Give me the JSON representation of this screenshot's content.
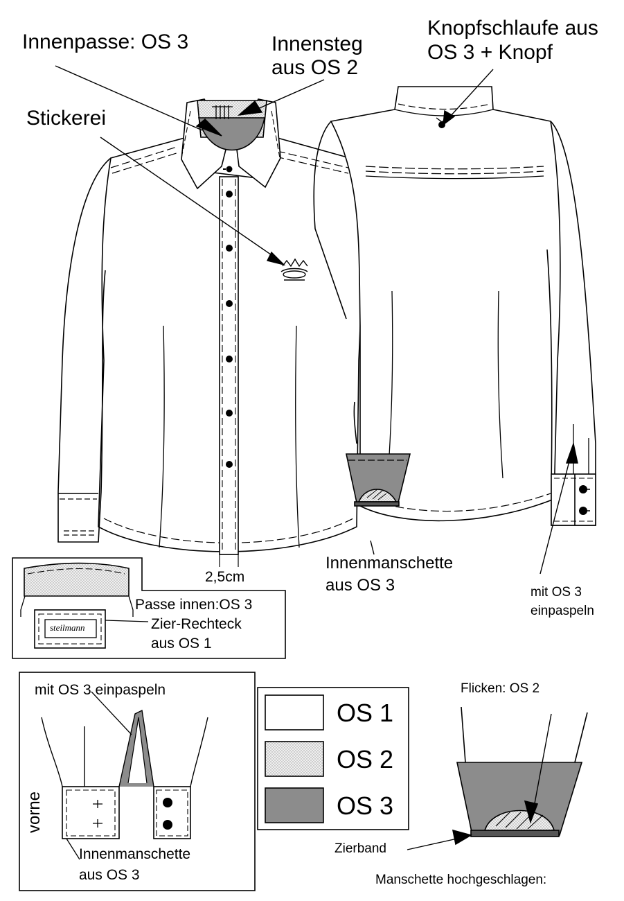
{
  "labels": {
    "innenpasse": "Innenpasse: OS 3",
    "innensteg_1": "Innensteg",
    "innensteg_2": "aus OS 2",
    "knopfschlaufe_1": "Knopfschlaufe aus",
    "knopfschlaufe_2": "OS 3 + Knopf",
    "stickerei": "Stickerei",
    "placket_width": "2,5cm",
    "innenmanschette_1": "Innenmanschette",
    "innenmanschette_2": "aus OS 3",
    "einpaspeln_1": "mit OS 3",
    "einpaspeln_2": "einpaspeln",
    "passe_innen": "Passe innen:OS 3",
    "zier_rechteck_1": "Zier-Rechteck",
    "zier_rechteck_2": "aus OS 1",
    "brand": "steilmann",
    "cuff_einpaspeln": "mit OS 3 einpaspeln",
    "vorne": "vorne",
    "cuff_innenmanschette_1": "Innenmanschette",
    "cuff_innenmanschette_2": "aus OS 3",
    "flicken": "Flicken: OS 2",
    "zierband": "Zierband",
    "manschette": "Manschette hochgeschlagen:"
  },
  "legend": [
    {
      "label": "OS 1",
      "fill": "#ffffff",
      "pattern": "none"
    },
    {
      "label": "OS 2",
      "fill": "#e6e6e6",
      "pattern": "dots"
    },
    {
      "label": "OS 3",
      "fill": "#8c8c8c",
      "pattern": "none"
    }
  ],
  "colors": {
    "os1": "#ffffff",
    "os2": "#e6e6e6",
    "os3": "#8c8c8c",
    "zierband": "#555555",
    "line": "#000000"
  }
}
